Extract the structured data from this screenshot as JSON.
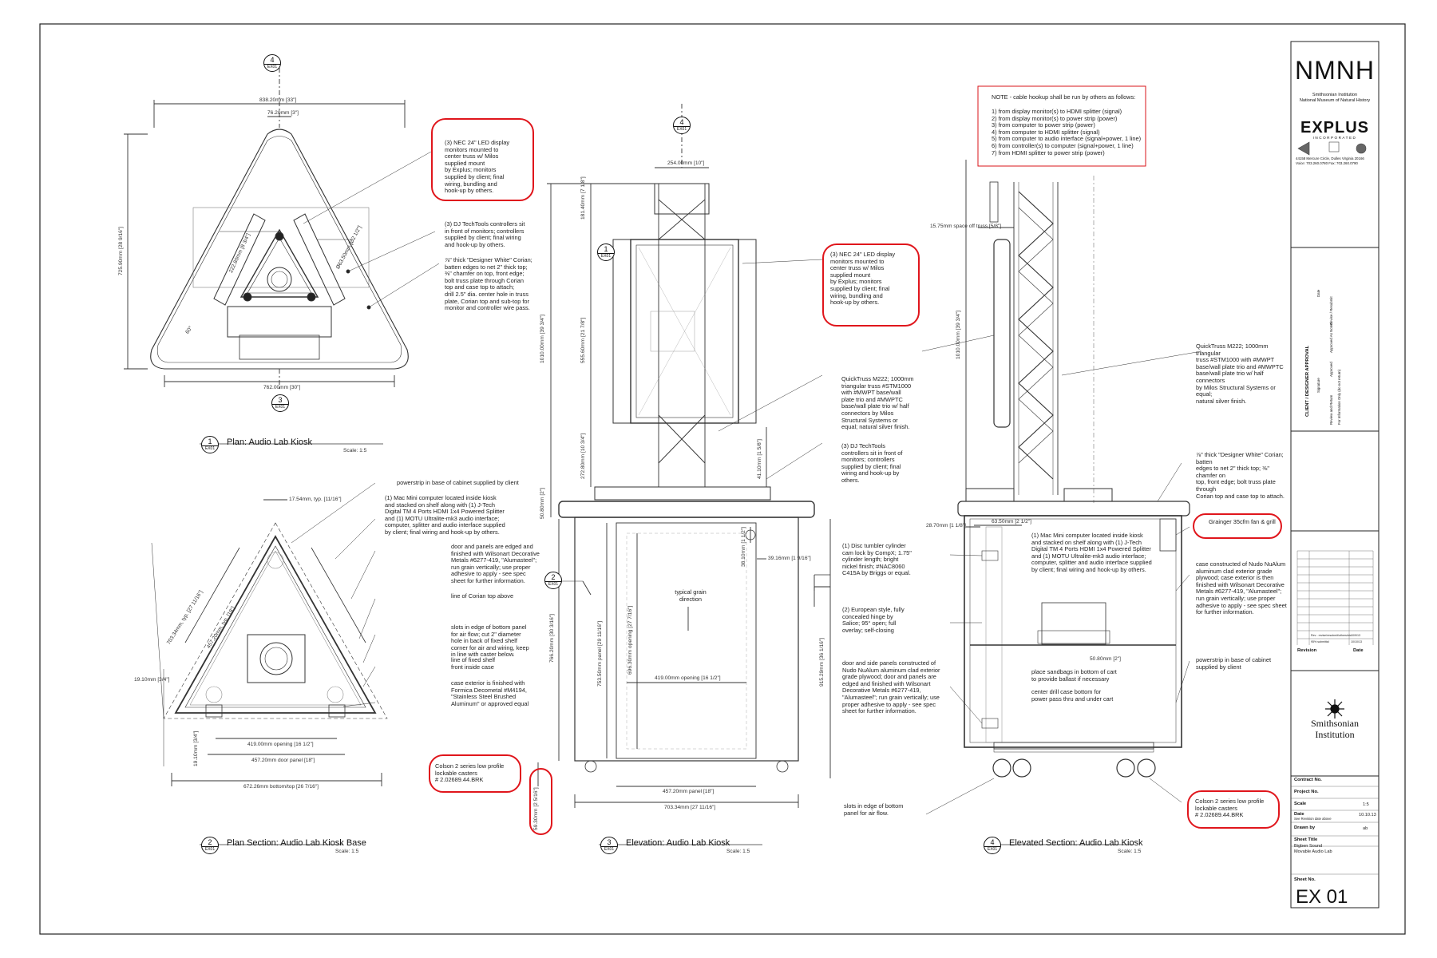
{
  "title_block": {
    "org_short": "NMNH",
    "org_line1": "Smithsonian Institution",
    "org_line2": "National Museum of Natural History",
    "vendor_logo": "EXPLUS",
    "vendor_sub": "INCORPORATED",
    "vendor_address": "44158 Mercure Circle, Dulles Virginia 20166",
    "vendor_phone": "Voice: 703.260.0780     Fax: 703.260.0790",
    "approval_heading": "CLIENT / DESIGNER APPROVAL",
    "approval_signature": "Signature",
    "approval_date": "Date",
    "approval_opt1": "Review and Return",
    "approval_opt2": "For Information Only (do not return)",
    "approval_opt3": "Approved",
    "approval_opt4": "Approved As Noted",
    "approval_opt5": "Revise / Resubmit",
    "revision_row1_text": "Rev - revise/resubmit/others/etc",
    "revision_row1_date": "10/9/13",
    "revision_row2_text": "95% submittal",
    "revision_row2_date": "10/10/13",
    "revision_label": "Revision",
    "date_label": "Date",
    "smithsonian_line1": "Smithsonian",
    "smithsonian_line2": "Institution",
    "contract_label": "Contract No.",
    "project_label": "Project No.",
    "scale_label": "Scale",
    "scale_value": "1:5",
    "date_field_label": "Date",
    "date_field_value": "10.10.13",
    "date_field_note": "See Revision date above",
    "drawn_label": "Drawn by",
    "drawn_value": "ab",
    "sheet_title_label": "Sheet Title",
    "sheet_title_line1": "Bigben Sound",
    "sheet_title_line2": "Movable Audio Lab",
    "sheet_no_label": "Sheet No.",
    "sheet_no": "EX 01"
  },
  "views": {
    "v1": {
      "num": "1",
      "sheet": "EX01",
      "title": "Plan: Audio Lab Kiosk",
      "scale": "Scale: 1:5"
    },
    "v2": {
      "num": "2",
      "sheet": "EX01",
      "title": "Plan Section: Audio Lab Kiosk Base",
      "scale": "Scale: 1:5"
    },
    "v3": {
      "num": "3",
      "sheet": "EX01",
      "title": "Elevation: Audio Lab Kiosk",
      "scale": "Scale: 1:5"
    },
    "v4": {
      "num": "4",
      "sheet": "EX01",
      "title": "Elevated Section: Audio Lab Kiosk",
      "scale": "Scale: 1:5"
    }
  },
  "markers": {
    "m4_top": {
      "num": "4",
      "sheet": "EX01"
    },
    "m3_bot": {
      "num": "3",
      "sheet": "EX01"
    },
    "m4_mid": {
      "num": "4",
      "sheet": "EX01"
    },
    "m1_mid": {
      "num": "1",
      "sheet": "EX01"
    },
    "m2_mid": {
      "num": "2",
      "sheet": "EX01"
    }
  },
  "dims": {
    "p_838": "838.20mm [33\"]",
    "p_76": "76.20mm [3\"]",
    "p_725": "725.90mm [28 9/16\"]",
    "p_222": "222.80mm [8 3/4\"]",
    "p_063": "Ø63.50mm [Ø2 1/2\"]",
    "p_60": "60°",
    "p_762": "762.00mm [30\"]",
    "s_1754": "17.54mm, typ. [11/16\"]",
    "s_703": "703.34mm, typ. [27 11/16\"]",
    "s_457a": "457.20mm, typ. [18\"]",
    "s_1910a": "19.10mm [3/4\"]",
    "s_1910b": "19.10mm [3/4\"]",
    "s_419": "419.00mm opening [16 1/2\"]",
    "s_457b": "457.20mm door panel [18\"]",
    "s_672": "672.26mm bottom/top [26 7/16\"]",
    "e_254": "254.00mm [10\"]",
    "e_1010": "1010.00mm [39 3/4\"]",
    "e_181": "181.40mm [7 1/8\"]",
    "e_555": "555.60mm [21 7/8\"]",
    "e_272": "272.80mm [10 3/4\"]",
    "e_41": "41.10mm [1 5/8\"]",
    "e_50": "50.80mm [2\"]",
    "e_38": "38.10mm [1 1/2\"]",
    "e_39": "39.16mm [1 9/16\"]",
    "e_766": "766.20mm [30 3/16\"]",
    "e_753": "753.50mm panel [29 11/16\"]",
    "e_696": "696.30mm opening [27 7/16\"]",
    "e_419": "419.00mm opening [16 1/2\"]",
    "e_915": "915.29mm [36 1/16\"]",
    "e_457": "457.20mm panel [18\"]",
    "e_703": "703.34mm [27 11/16\"]",
    "e_59": "59.30mm [2 5/16\"]",
    "x_1575": "15.75mm space off truss [5/8\"]",
    "x_1010": "1010.00mm [39 3/4\"]",
    "x_2870": "28.70mm [1 1/8\"]",
    "x_6350": "63.50mm [2 1/2\"]",
    "x_5080": "50.80mm [2\"]"
  },
  "notes": {
    "n_led1": "(3) NEC 24\" LED display\nmonitors mounted to\ncenter truss w/ Milos\nsupplied mount\n by Explus; monitors\nsupplied by client; final\nwiring, bundling and\nhook-up by others.",
    "n_ctrl1": "(3) DJ TechTools controllers sit\nin front of monitors; controllers\nsupplied by client; final wiring\nand hook-up by others.",
    "n_corian1": "⅞\" thick \"Designer White\" Corian;\nbatten edges to net 2\" thick top;\n⅜\" chamfer on  top, front edge;\nbolt truss plate through Corian\ntop and case top to attach;\ndrill 2.5\" dia. center hole in truss\nplate, Corian top and sub-top for\nmonitor and controller wire pass.",
    "n_power1": "powerstrip in base of cabinet supplied by client",
    "n_mac1": "(1) Mac Mini computer located inside kiosk\nand stacked on shelf along with (1) J-Tech\nDigital TM 4 Ports HDMI 1x4 Powered Splitter\nand (1) MOTU Ultralite-mk3 audio interface;\ncomputer, splitter and audio interface supplied\nby client; final wiring and hook-up by others.",
    "n_door1": "door and panels are edged and\nfinished with Wilsonart Decorative\nMetals  #6277-419, \"Alumasteel\";\nrun grain vertically; use proper\nadhesive to apply - see spec\nsheet for further information.",
    "n_cortop": "line of Corian top above",
    "n_slots1": "slots in edge of bottom panel\nfor air flow; cut 2\" diameter\nhole in back of fixed shelf\ncorner for air and wiring, keep\nin line with caster below.",
    "n_shelf": "line of fixed shelf\nfront inside case",
    "n_ext": "case exterior is finished with\nFormica Decometal #M4194,\n\"Stainless Steel Brushed\nAluminum\" or approved equal",
    "n_colson1": "Colson 2 series low profile\nlockable casters\n# 2.02689.44.BRK",
    "n_truss1": "QuickTruss M222; 1000mm\ntriangular truss #STM1000\nwith #MWPT base/wall\nplate trio and #MWPTC\nbase/wall plate trio w/ half\nconnectors by Milos\nStructural Systems or\nequal; natural silver finish.",
    "n_ctrl2": "(3) DJ TechTools\ncontrollers sit in front of\nmonitors; controllers\nsupplied by client; final\nwiring and hook-up by\nothers.",
    "n_grain": "typical grain\ndirection",
    "n_led2": "(3) NEC 24\" LED display\nmonitors mounted to\ncenter truss w/ Milos\nsupplied mount\n by Explus; monitors\nsupplied by client; final\nwiring, bundling and\nhook-up by others.",
    "n_cable_head": "NOTE - cable hookup shall be run by others as follows:",
    "n_cable_list": "1) from display monitor(s) to HDMI splitter (signal)\n2) from display monitor(s) to power strip (power)\n3) from computer to power strip (power)\n4) from computer to HDMI splitter (signal)\n5) from computer to audio interface (signal+power, 1 line)\n6) from controller(s) to computer (signal+power, 1 line)\n7) from HDMI splitter to power strip (power)",
    "n_truss2": "QuickTruss M222; 1000mm triangular\ntruss #STM1000 with #MWPT\nbase/wall plate trio and #MWPTC\nbase/wall plate trio w/ half connectors\nby Milos Structural Systems or equal;\nnatural silver finish.",
    "n_corian2": "⅞\" thick \"Designer White\" Corian; batten\nedges to net 2\" thick top; ⅜\" chamfer on\ntop, front edge; bolt truss plate through\nCorian top and case top to attach.",
    "n_grainger": "Grainger 35cfm fan & grill",
    "n_disc": "(1) Disc tumbler cylinder\ncam lock by CompX; 1.75\"\ncylinder length; bright\nnickel finish; #NAC8060\nC415A by Briggs or equal.",
    "n_mac2": "(1) Mac Mini computer located inside kiosk\nand stacked on shelf along with (1) J-Tech\nDigital TM 4 Ports HDMI 1x4 Powered Splitter\nand (1) MOTU Ultralite-mk3 audio interface;\ncomputer, splitter and audio interface supplied\nby client; final wiring and hook-up by others.",
    "n_case": "case constructed of Nudo NuAlum\naluminum clad exterior grade\nplywood; case exterior is then\nfinished with Wilsonart Decorative\nMetals  #6277-419, \"Alumasteel\";\nrun grain vertically; use proper\nadhesive to apply - see spec sheet\nfor further information.",
    "n_hinge": "(2) European style, fully\nconcealed hinge by\nSalice; 95° open; full\noverlay; self-closing",
    "n_door2": "door and side panels constructed of\nNudo NuAlum aluminum clad exterior\ngrade plywood; door and panels are\nedged and finished with Wilsonart\nDecorative Metals  #6277-419,\n\"Alumasteel\"; run grain vertically; use\nproper adhesive to apply - see spec\nsheet for further information.",
    "n_sand": "place sandbags in bottom of cart\nto provide ballast if necessary",
    "n_drill": "center drill case bottom for\npower pass thru and under cart",
    "n_power2": "powerstrip in base of cabinet\nsupplied by client",
    "n_slots2": "slots in edge of bottom\npanel for air flow.",
    "n_colson2": "Colson 2 series low profile\nlockable casters\n# 2.02689.44.BRK"
  }
}
